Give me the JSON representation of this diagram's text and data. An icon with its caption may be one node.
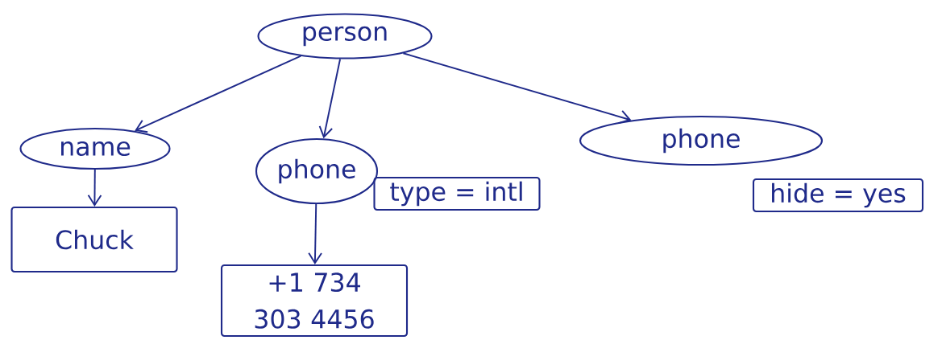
{
  "diagram": {
    "nodes": [
      {
        "text": [
          "person"
        ]
      },
      {
        "text": [
          "name"
        ]
      },
      {
        "text": [
          "Chuck"
        ]
      },
      {
        "text": [
          "phone"
        ]
      },
      {
        "text": [
          "+1 734 303 4456"
        ]
      },
      {
        "text": [
          "type = intl"
        ]
      },
      {
        "text": [
          "phone"
        ]
      },
      {
        "text": [
          "hide = yes"
        ]
      }
    ],
    "edges": [
      {
        "from": 0,
        "to": 1,
        "arrow": "to"
      },
      {
        "from": 0,
        "to": 3,
        "arrow": "to"
      },
      {
        "from": 0,
        "to": 6,
        "arrow": "to"
      },
      {
        "from": 1,
        "to": 2,
        "arrow": "to"
      },
      {
        "from": 3,
        "to": 4,
        "arrow": "to"
      }
    ]
  }
}
